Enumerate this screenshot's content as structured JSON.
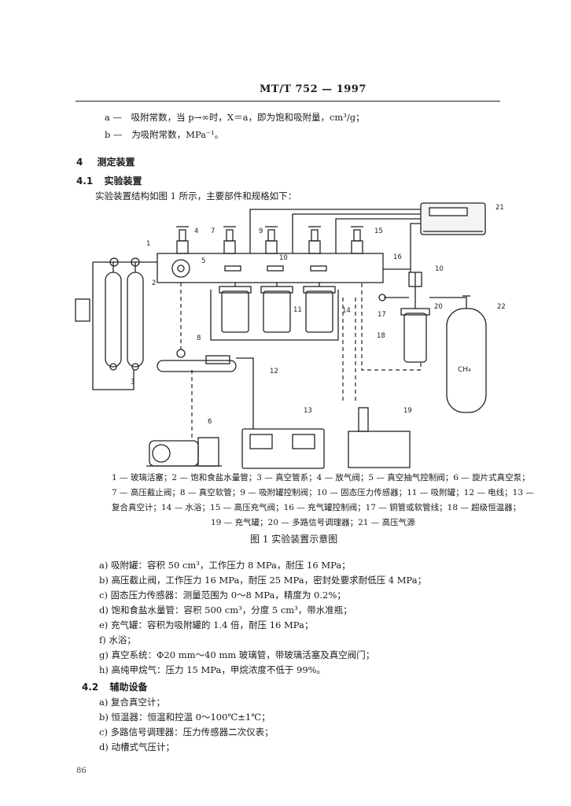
{
  "header": {
    "standard": "MT/T 752 — 1997"
  },
  "definitions": [
    {
      "sym": "a —",
      "text": "吸附常数，当 p→∞时，X＝a，即为饱和吸附量，cm³/g；"
    },
    {
      "sym": "b —",
      "text": "为吸附常数，MPa⁻¹。"
    }
  ],
  "section4": {
    "num": "4",
    "title": "测定装置"
  },
  "section41": {
    "num": "4.1",
    "title": "实验装置",
    "intro": "实验装置结构如图 1 所示，主要部件和规格如下："
  },
  "figure": {
    "labels": [
      "1",
      "2",
      "3",
      "4",
      "5",
      "6",
      "7",
      "8",
      "9",
      "10",
      "11",
      "12",
      "13",
      "14",
      "15",
      "16",
      "17",
      "18",
      "19",
      "20",
      "21",
      "22",
      "10"
    ],
    "ch4": "CH₄",
    "legend_lines": [
      "1 — 玻璃活塞；2 — 饱和食盐水量管；3 — 真空管系；4 — 放气阀；5 — 真空抽气控制阀；6 — 旋片式真空泵；",
      "7 — 高压截止阀；8 — 真空软管；9 — 吸附罐控制阀；10 — 固态压力传感器；11 — 吸附罐；12 — 电线；13 —",
      "复合真空计；14 — 水浴；15 — 高压充气阀；16 — 充气罐控制阀；17 — 铜管或软管线；18 — 超级恒温器；",
      "19 — 充气罐；20 — 多路信号调理器；21 — 高压气源"
    ],
    "caption": "图 1  实验装置示意图"
  },
  "items41": [
    "a) 吸附罐：容积 50 cm³，工作压力 8 MPa，耐压 16 MPa；",
    "b) 高压截止阀，工作压力 16 MPa，耐压 25 MPa，密封处要求耐低压 4 MPa；",
    "c) 固态压力传感器：测量范围为 0～8 MPa，精度为 0.2%；",
    "d) 饱和食盐水量管：容积 500 cm³，分度 5 cm³，带水准瓶；",
    "e) 充气罐：容积为吸附罐的 1.4 倍，耐压 16 MPa；",
    "f) 水浴；",
    "g) 真空系统：Φ20 mm～40 mm 玻璃管，带玻璃活塞及真空阀门；",
    "h) 高纯甲烷气：压力 15 MPa，甲烷浓度不低于 99%。"
  ],
  "section42": {
    "num": "4.2",
    "title": "辅助设备"
  },
  "items42": [
    "a) 复合真空计；",
    "b) 恒温器：恒温和控温 0～100℃±1℃；",
    "c) 多路信号调理器：压力传感器二次仪表；",
    "d) 动槽式气压计；"
  ],
  "page_number": "86"
}
